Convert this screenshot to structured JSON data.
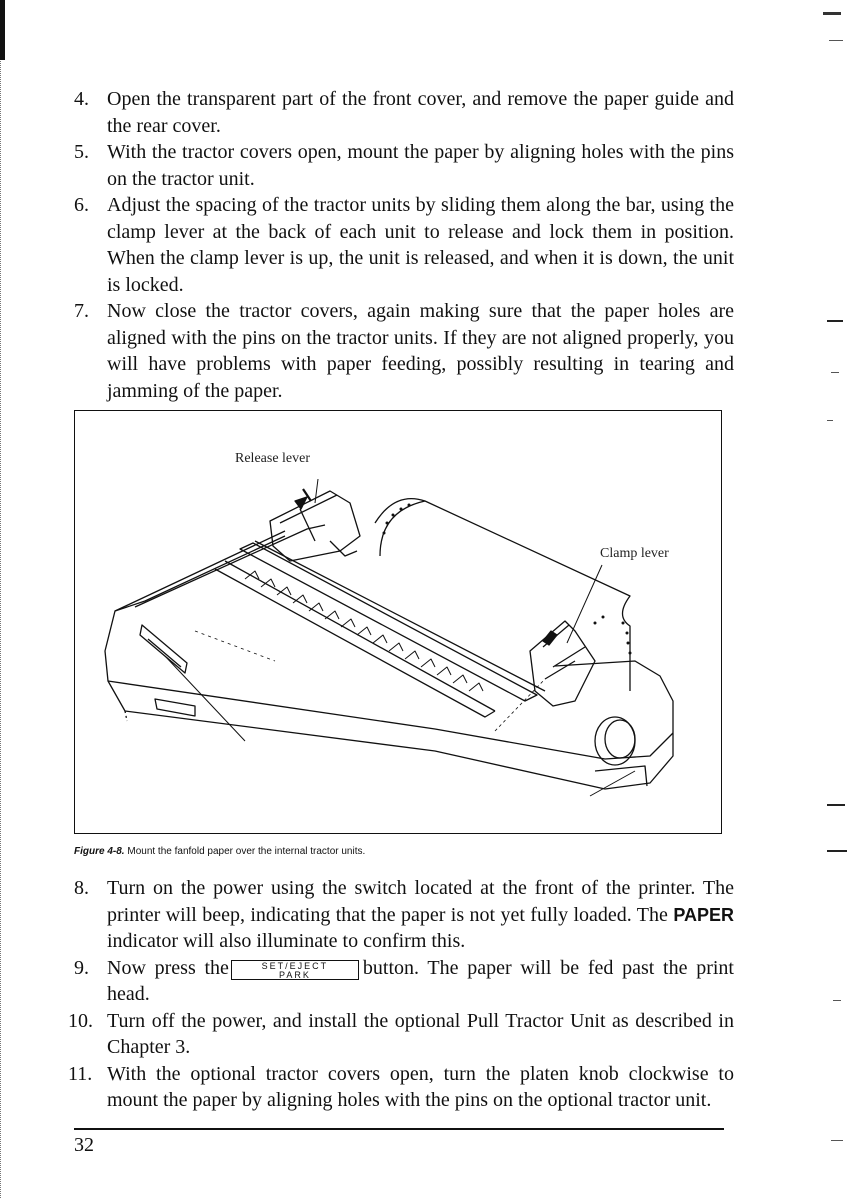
{
  "steps_top": [
    {
      "num": "4.",
      "text": "Open the transparent part of the front cover, and remove the paper guide and the rear cover."
    },
    {
      "num": "5.",
      "text": "With the tractor covers open, mount the paper by aligning holes with the pins on the tractor unit."
    },
    {
      "num": "6.",
      "text": "Adjust the spacing of the tractor units by sliding them along the bar, using the clamp lever at the back of each unit to release and lock them in position. When the clamp lever is up, the unit is released, and when it is down, the unit is locked."
    },
    {
      "num": "7.",
      "text": "Now close the tractor covers, again making sure that the paper holes are aligned with the pins on the tractor units. If they are not aligned properly, you will have problems with paper feeding, possibly resulting in tearing and jamming of the paper."
    }
  ],
  "figure": {
    "callout_release": "Release lever",
    "callout_clamp": "Clamp lever",
    "caption_label": "Figure 4-8.",
    "caption_text": "Mount the fanfold paper over the internal tractor units."
  },
  "step8": {
    "num": "8.",
    "text_a": "Turn on the power using the switch located at the front of the printer. The printer will beep, indicating that the paper is not yet fully loaded. The ",
    "indicator": "PAPER",
    "text_b": " indicator will also illuminate to confirm this."
  },
  "step9": {
    "num": "9.",
    "text_a": "Now press the",
    "key_line1": "SET/EJECT",
    "key_line2": "PARK",
    "text_b": "button. The paper will be fed past the print head."
  },
  "step10": {
    "num": "10.",
    "text": "Turn off the power, and install the optional Pull Tractor Unit as described in Chapter 3."
  },
  "step11": {
    "num": "11.",
    "text": "With the optional tractor covers open, turn the platen knob clockwise to mount the paper by aligning holes with the pins on the optional tractor unit."
  },
  "page_number": "32"
}
